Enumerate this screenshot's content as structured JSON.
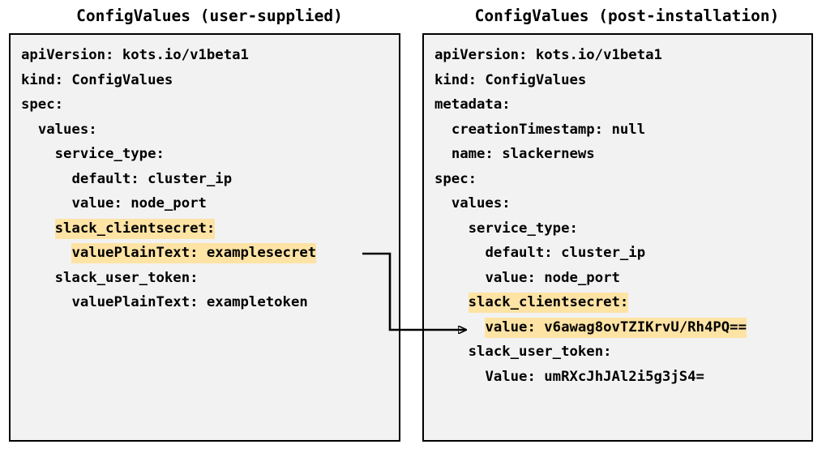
{
  "panels": [
    {
      "title": "ConfigValues (user-supplied)",
      "lines": [
        {
          "text": "apiVersion: kots.io/v1beta1",
          "highlight": false
        },
        {
          "text": "kind: ConfigValues",
          "highlight": false
        },
        {
          "text": "spec:",
          "highlight": false
        },
        {
          "text": "  values:",
          "highlight": false
        },
        {
          "text": "    service_type:",
          "highlight": false
        },
        {
          "text": "      default: cluster_ip",
          "highlight": false
        },
        {
          "text": "      value: node_port",
          "highlight": false
        },
        {
          "text": "    slack_clientsecret:",
          "highlight": true
        },
        {
          "text": "      valuePlainText: examplesecret",
          "highlight": true
        },
        {
          "text": "    slack_user_token:",
          "highlight": false
        },
        {
          "text": "      valuePlainText: exampletoken",
          "highlight": false
        }
      ]
    },
    {
      "title": "ConfigValues (post-installation)",
      "lines": [
        {
          "text": "apiVersion: kots.io/v1beta1",
          "highlight": false
        },
        {
          "text": "kind: ConfigValues",
          "highlight": false
        },
        {
          "text": "metadata:",
          "highlight": false
        },
        {
          "text": "  creationTimestamp: null",
          "highlight": false
        },
        {
          "text": "  name: slackernews",
          "highlight": false
        },
        {
          "text": "spec:",
          "highlight": false
        },
        {
          "text": "  values:",
          "highlight": false
        },
        {
          "text": "    service_type:",
          "highlight": false
        },
        {
          "text": "      default: cluster_ip",
          "highlight": false
        },
        {
          "text": "      value: node_port",
          "highlight": false
        },
        {
          "text": "    slack_clientsecret:",
          "highlight": true
        },
        {
          "text": "      value: v6awag8ovTZIKrvU/Rh4PQ==",
          "highlight": true
        },
        {
          "text": "    slack_user_token:",
          "highlight": false
        },
        {
          "text": "      Value: umRXcJhJAl2i5g3jS4=",
          "highlight": false
        }
      ]
    }
  ],
  "connector": {
    "label": "encryption-mapping-arrow",
    "color": "#000000"
  },
  "colors": {
    "highlight": "#fde3a4",
    "box_background": "#f2f2f2",
    "box_border": "#000000",
    "page_background": "#ffffff",
    "text": "#000000"
  }
}
